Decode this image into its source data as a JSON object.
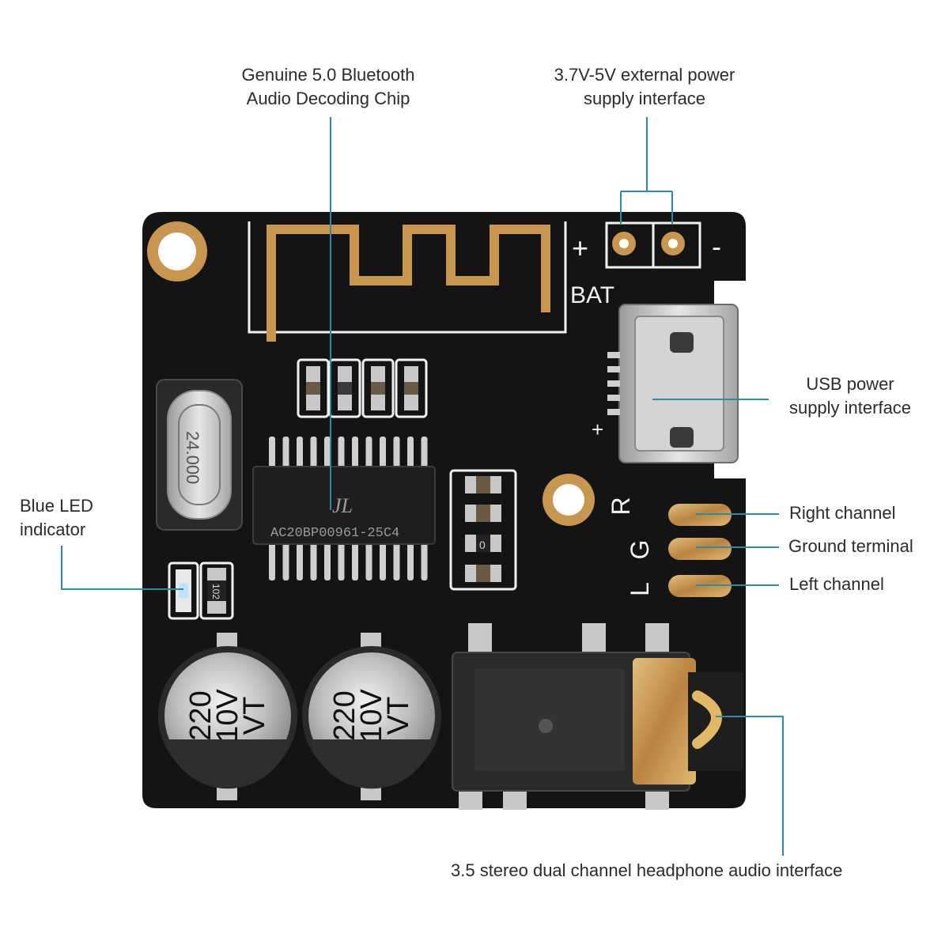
{
  "callouts": {
    "chip": {
      "line1": "Genuine 5.0 Bluetooth",
      "line2": "Audio Decoding Chip"
    },
    "power_ext": {
      "line1": "3.7V-5V external power",
      "line2": "supply interface"
    },
    "usb": {
      "line1": "USB power",
      "line2": "supply interface"
    },
    "led": {
      "line1": "Blue LED",
      "line2": "indicator"
    },
    "right": "Right channel",
    "ground": "Ground terminal",
    "left": "Left channel",
    "jack": "3.5 stereo dual channel headphone audio interface"
  },
  "board": {
    "bat_label": "BAT",
    "plus": "+",
    "minus": "-",
    "usb_plus": "+",
    "usb_minus": "-",
    "pad_r": "R",
    "pad_g": "G",
    "pad_l": "L",
    "chip_logo": "JL",
    "chip_marking": "AC20BP00961-25C4",
    "crystal_marking": "24.000",
    "resistor_marking": "102",
    "resistor_0": "0",
    "cap1": {
      "l1": "220",
      "l2": "10V",
      "l3": "VT"
    },
    "cap2": {
      "l1": "220",
      "l2": "10V",
      "l3": "VT"
    }
  },
  "colors": {
    "pcb": "#141414",
    "silkscreen": "#f2f2f2",
    "gold": "#c9964f",
    "leader": "#2f8aa3",
    "text": "#2b2b2b"
  }
}
